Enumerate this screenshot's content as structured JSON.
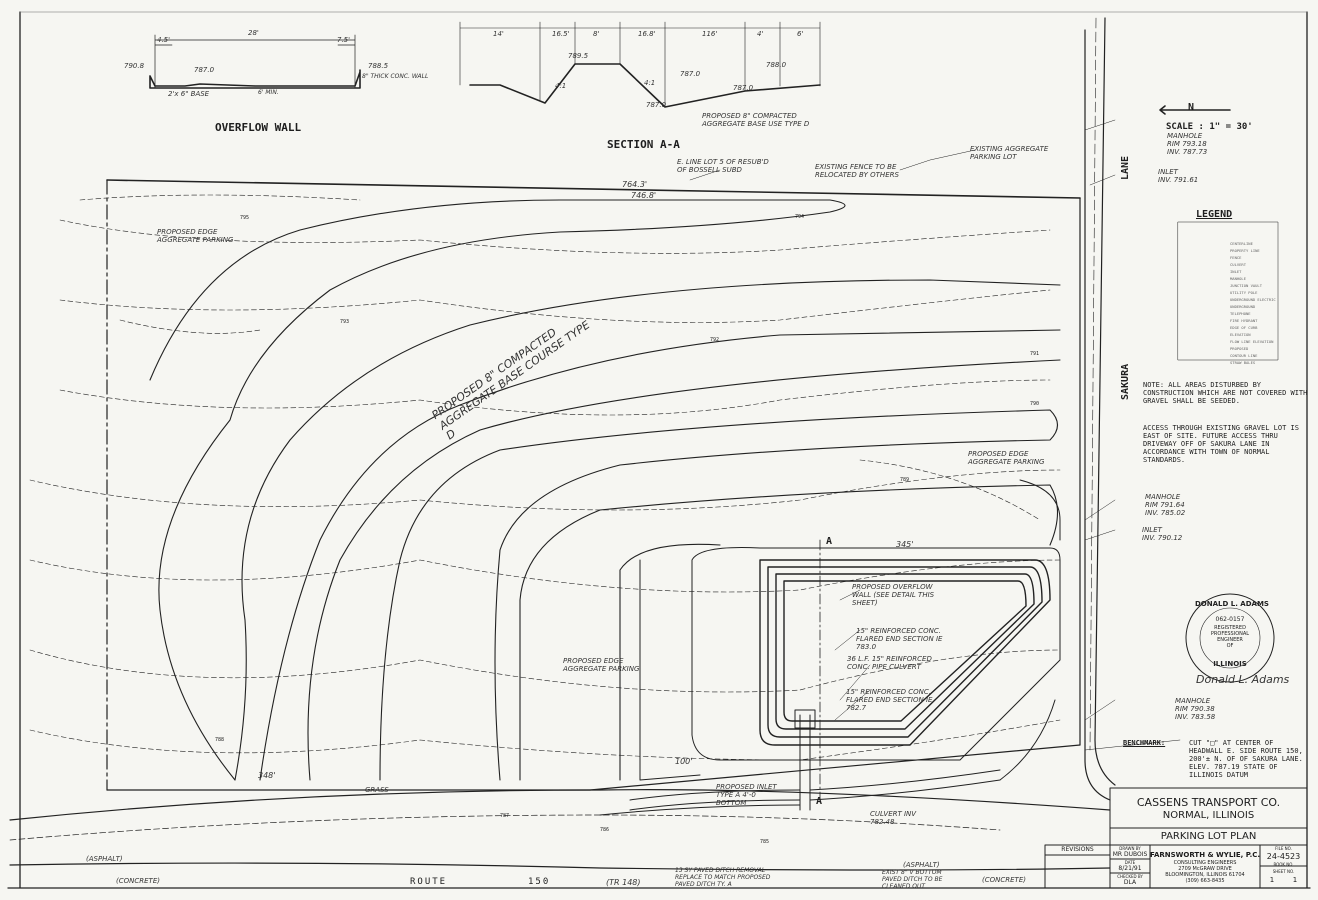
{
  "headings": {
    "overflow_wall": "OVERFLOW WALL",
    "section_aa": "SECTION A-A",
    "scale": "SCALE : 1\" = 30'",
    "north": "N",
    "legend": "LEGEND"
  },
  "overflow_wall_labels": {
    "dim_top": "28'",
    "dim_left": "4.5'",
    "dim_right": "7.5'",
    "elev_left": "790.8",
    "elev_mid": "787.0",
    "elev_right": "788.5",
    "wall_note": "8\" THICK CONC. WALL",
    "base_note": "2'x 6\" BASE",
    "min_note": "6' MIN."
  },
  "section_labels": {
    "d1": "14'",
    "d2": "16.5'",
    "d3": "8'",
    "d4": "16.8'",
    "d5": "116'",
    "d6": "4'",
    "d7": "6'",
    "e1": "789.5",
    "e2": "787.0",
    "e3": "788.0",
    "e4": "787.0",
    "e5": "787.0",
    "s1": "4:1",
    "s2": "4:1",
    "base_note": "PROPOSED 8\" COMPACTED AGGREGATE BASE USE TYPE D"
  },
  "plan_labels": {
    "lot_line": "E. LINE LOT 5 OF RESUB'D OF BOSSELL SUBD",
    "fence_note": "EXISTING FENCE TO BE RELOCATED BY OTHERS",
    "existing_lot": "EXISTING AGGREGATE PARKING LOT",
    "elev_a": "764.3'",
    "elev_b": "746.8'",
    "edge_nw": "PROPOSED EDGE AGGREGATE PARKING",
    "edge_e": "PROPOSED EDGE AGGREGATE PARKING",
    "edge_s": "PROPOSED EDGE AGGREGATE PARKING",
    "main_note": "PROPOSED 8\" COMPACTED AGGREGATE BASE COURSE TYPE D",
    "overflow_note": "PROPOSED OVERFLOW WALL (SEE DETAIL THIS SHEET)",
    "rcp1": "15\" REINFORCED CONC. FLARED END SECTION IE 783.0",
    "rcp2": "36 L.F. 15\" REINFORCED CONC. PIPE CULVERT",
    "rcp3": "15\" REINFORCED CONC. FLARED END SECTION IE 782.7",
    "inlet_note": "PROPOSED INLET TYPE A 4'-0 BOTTOM",
    "culvert_note": "CULVERT INV 782.48",
    "sakura_lane": "SAKURA",
    "lane": "LANE",
    "route": "ROUTE",
    "route_no": "150",
    "tr": "(TR 148)",
    "asphalt_left": "(ASPHALT)",
    "concrete_left": "(CONCRETE)",
    "asphalt_right": "(ASPHALT)",
    "concrete_right": "(CONCRETE)",
    "ditch_left": "13 SY PAVED DITCH REMOVAL REPLACE TO MATCH PROPOSED PAVED DITCH TY. A",
    "ditch_right": "EXIST 8\" V BOTTOM PAVED DITCH TO BE CLEANED OUT",
    "dim_345": "345'",
    "dim_348": "348'",
    "dim_100": "100'",
    "grass": "GRASS",
    "label_a": "A"
  },
  "manholes": [
    {
      "title": "MANHOLE",
      "rim": "RIM 793.18",
      "inv": "INV. 787.73"
    },
    {
      "title": "INLET",
      "rim": "",
      "inv": "INV. 791.61"
    },
    {
      "title": "MANHOLE",
      "rim": "RIM 791.64",
      "inv": "INV. 785.02"
    },
    {
      "title": "INLET",
      "rim": "",
      "inv": "INV. 790.12"
    },
    {
      "title": "MANHOLE",
      "rim": "RIM 790.38",
      "inv": "INV. 783.58"
    }
  ],
  "notes": {
    "seed": "NOTE: ALL AREAS DISTURBED BY CONSTRUCTION WHICH ARE NOT COVERED WITH GRAVEL SHALL BE SEEDED.",
    "access": "ACCESS THROUGH EXISTING GRAVEL LOT IS EAST OF SITE. FUTURE ACCESS THRU DRIVEWAY OFF OF SAKURA LANE IN ACCORDANCE WITH TOWN OF NORMAL STANDARDS.",
    "benchmark_label": "BENCHMARK:",
    "benchmark": "CUT \"□\" AT CENTER OF HEADWALL E. SIDE ROUTE 150, 200'± N. OF OF SAKURA LANE. ELEV. 787.19 STATE OF ILLINOIS DATUM"
  },
  "seal": {
    "name": "DONALD L. ADAMS",
    "number": "062-0157",
    "line1": "REGISTERED",
    "line2": "PROFESSIONAL",
    "line3": "ENGINEER",
    "line4": "OF",
    "state": "ILLINOIS",
    "signature": "Donald L. Adams"
  },
  "title_block": {
    "company": "CASSENS TRANSPORT CO.",
    "location": "NORMAL, ILLINOIS",
    "sheet_title": "PARKING LOT PLAN",
    "revisions": "REVISIONS",
    "drawn_by_label": "DRAWN BY",
    "drawn_by": "MR DUBOIS",
    "date_label": "DATE",
    "date": "8/21/91",
    "checked_label": "CHECKED BY",
    "checked_by": "DLA",
    "firm": "FARNSWORTH & WYLIE, P.C.",
    "firm_sub": "CONSULTING ENGINEERS",
    "address1": "2709 McGRAW DRIVE",
    "address2": "BLOOMINGTON, ILLINOIS 61704",
    "phone": "(309) 663-8435",
    "file_label": "FILE NO.",
    "file_no": "24-4523",
    "book_label": "BOOK NO.",
    "sheet_label": "SHEET NO.",
    "sheet_no": "1",
    "sheet_of": "1"
  },
  "legend_items": [
    "CENTERLINE",
    "PROPERTY LINE",
    "FENCE",
    "CULVERT",
    "INLET",
    "MANHOLE",
    "JUNCTION VAULT",
    "UTILITY POLE",
    "UNDERGROUND ELECTRIC",
    "UNDERGROUND TELEPHONE",
    "FIRE HYDRANT",
    "EDGE OF CURB ELEVATION",
    "FLOW LINE ELEVATION",
    "PROPOSED",
    "CONTOUR LINE",
    "STRAW BALES"
  ],
  "contour_labels": [
    "795",
    "794",
    "793",
    "792",
    "791",
    "790",
    "789",
    "788",
    "787",
    "786",
    "785"
  ]
}
